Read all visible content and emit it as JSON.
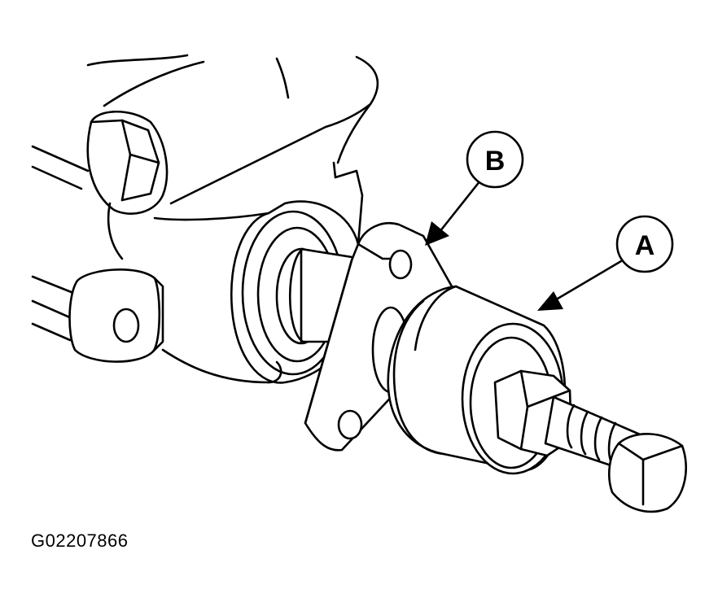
{
  "callouts": {
    "a": "A",
    "b": "B"
  },
  "figure_id": "G02207866",
  "colors": {
    "line": "#000000",
    "background": "#ffffff"
  }
}
